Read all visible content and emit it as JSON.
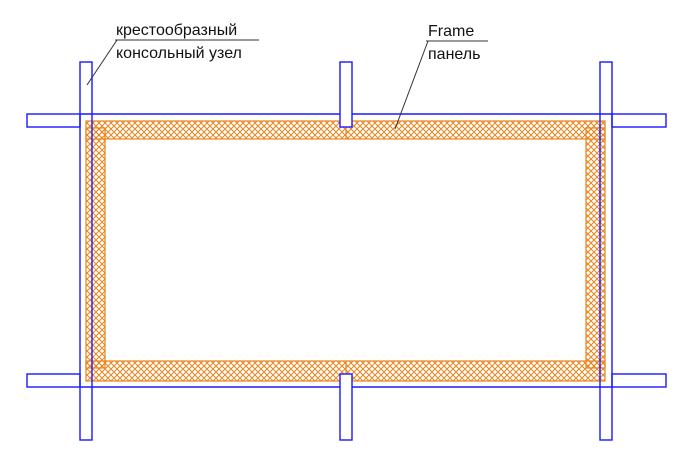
{
  "labels": {
    "node_line1": "крестообразный",
    "node_line2": "консольный узел",
    "panel_line1": "Frame",
    "panel_line2": "панель"
  },
  "colors": {
    "beam": "#1a1aff",
    "panel": "#e8841a",
    "leader": "#333333"
  }
}
